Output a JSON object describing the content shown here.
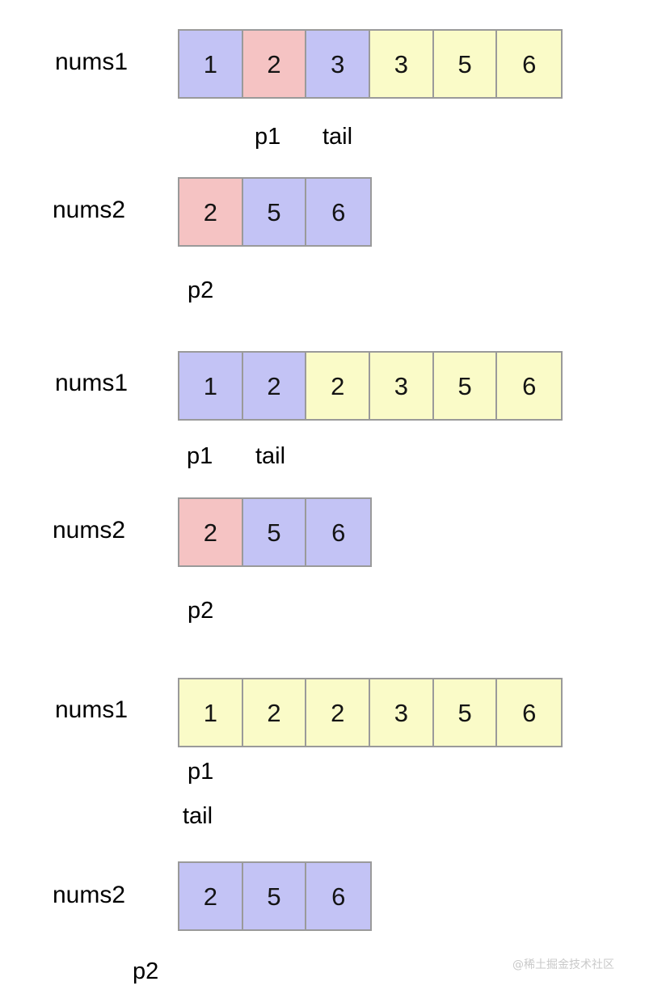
{
  "diagram": {
    "title": "Merge Sorted Array two-pointer walkthrough",
    "colors": {
      "blue": "#c3c3f5",
      "pink": "#f5c3c3",
      "yellow": "#fafbc8",
      "border": "#9a9a9a",
      "text": "#141414",
      "watermark": "#c9c9c9"
    },
    "watermark": "@稀土掘金技术社区"
  },
  "steps": [
    {
      "id": "step-1",
      "nums1": {
        "label": "nums1",
        "cells": [
          {
            "value": "1",
            "color": "blue"
          },
          {
            "value": "2",
            "color": "pink"
          },
          {
            "value": "3",
            "color": "blue"
          },
          {
            "value": "3",
            "color": "yellow"
          },
          {
            "value": "5",
            "color": "yellow"
          },
          {
            "value": "6",
            "color": "yellow"
          }
        ],
        "pointers": [
          {
            "name": "p1",
            "text": "p1"
          },
          {
            "name": "tail",
            "text": "tail"
          }
        ]
      },
      "nums2": {
        "label": "nums2",
        "cells": [
          {
            "value": "2",
            "color": "pink"
          },
          {
            "value": "5",
            "color": "blue"
          },
          {
            "value": "6",
            "color": "blue"
          }
        ],
        "pointers": [
          {
            "name": "p2",
            "text": "p2"
          }
        ]
      }
    },
    {
      "id": "step-2",
      "nums1": {
        "label": "nums1",
        "cells": [
          {
            "value": "1",
            "color": "blue"
          },
          {
            "value": "2",
            "color": "blue"
          },
          {
            "value": "2",
            "color": "yellow"
          },
          {
            "value": "3",
            "color": "yellow"
          },
          {
            "value": "5",
            "color": "yellow"
          },
          {
            "value": "6",
            "color": "yellow"
          }
        ],
        "pointers": [
          {
            "name": "p1",
            "text": "p1"
          },
          {
            "name": "tail",
            "text": "tail"
          }
        ]
      },
      "nums2": {
        "label": "nums2",
        "cells": [
          {
            "value": "2",
            "color": "pink"
          },
          {
            "value": "5",
            "color": "blue"
          },
          {
            "value": "6",
            "color": "blue"
          }
        ],
        "pointers": [
          {
            "name": "p2",
            "text": "p2"
          }
        ]
      }
    },
    {
      "id": "step-3",
      "nums1": {
        "label": "nums1",
        "cells": [
          {
            "value": "1",
            "color": "yellow"
          },
          {
            "value": "2",
            "color": "yellow"
          },
          {
            "value": "2",
            "color": "yellow"
          },
          {
            "value": "3",
            "color": "yellow"
          },
          {
            "value": "5",
            "color": "yellow"
          },
          {
            "value": "6",
            "color": "yellow"
          }
        ],
        "pointers": [
          {
            "name": "p1",
            "text": "p1"
          },
          {
            "name": "tail",
            "text": "tail"
          }
        ]
      },
      "nums2": {
        "label": "nums2",
        "cells": [
          {
            "value": "2",
            "color": "blue"
          },
          {
            "value": "5",
            "color": "blue"
          },
          {
            "value": "6",
            "color": "blue"
          }
        ],
        "pointers": [
          {
            "name": "p2",
            "text": "p2"
          }
        ]
      }
    }
  ]
}
